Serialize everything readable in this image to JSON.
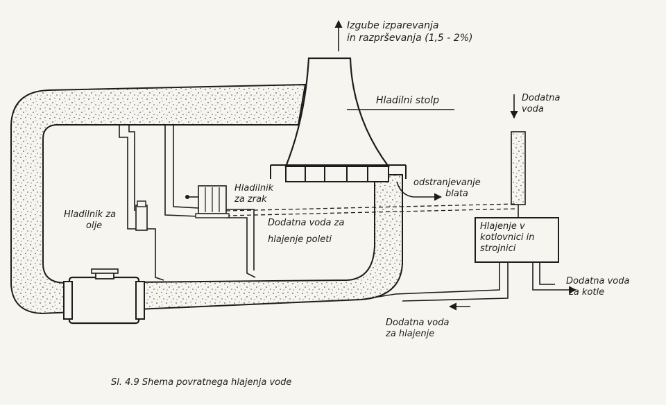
{
  "labels": {
    "evaporation_line1": "Izgube izparevanja",
    "evaporation_line2": "in razprševanja (1,5 - 2%)",
    "cooling_tower": "Hladilni stolp",
    "makeup_water_line1": "Dodatna",
    "makeup_water_line2": "voda",
    "sludge_line1": "odstranjevanje",
    "sludge_line2": "blata",
    "air_cooler_line1": "Hladilnik",
    "air_cooler_line2": "za zrak",
    "oil_cooler_line1": "Hladilnik za",
    "oil_cooler_line2": "olje",
    "summer_water_line1": "Dodatna voda za",
    "summer_water_line2": "hlajenje poleti",
    "boiler_cooling_line1": "Hlajenje v",
    "boiler_cooling_line2": "kotlovnici in",
    "boiler_cooling_line3": "strojnici",
    "boiler_water_line1": "Dodatna voda",
    "boiler_water_line2": "za kotle",
    "cooling_water_line1": "Dodatna voda",
    "cooling_water_line2": "za hlajenje"
  },
  "caption": "Sl. 4.9 Shema povratnega hlajenja vode",
  "colors": {
    "ink": "#1c1c1c",
    "paper": "#f7f5ef",
    "stipple": "#555555"
  }
}
